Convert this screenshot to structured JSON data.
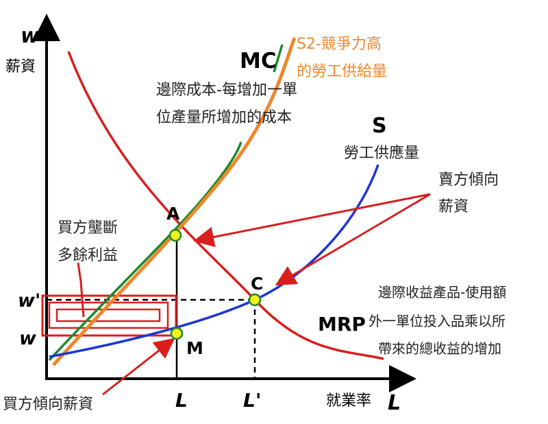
{
  "axes": {
    "y_symbol": "w",
    "y_name": "薪資",
    "x_symbol": "L",
    "x_name": "就業率"
  },
  "ticks": {
    "w_prime": "w'",
    "w": "w",
    "L": "L",
    "L_prime": "L'"
  },
  "points": {
    "A": "A",
    "C": "C",
    "M": "M"
  },
  "curves": {
    "mc": {
      "label": "MC",
      "color": "#1a8a2a"
    },
    "s2": {
      "label_line1": "S2-競爭力高",
      "label_line2": "的勞工供給量",
      "color": "#f0862a"
    },
    "s": {
      "label": "S",
      "sublabel": "勞工供應量",
      "color": "#1f35d6"
    },
    "mrp": {
      "label": "MRP",
      "color": "#d91e1e"
    }
  },
  "annotations": {
    "mc_desc_line1": "邊際成本-每增加一單",
    "mc_desc_line2": "位產量所增加的成本",
    "seller_line1": "賣方傾向",
    "seller_line2": "薪資",
    "monopsony_line1": "買方壟斷",
    "monopsony_line2": "多餘利益",
    "mrp_desc_line1": "邊際收益產品-使用額",
    "mrp_desc_line2": "外一單位投入品乘以所",
    "mrp_desc_line3": "帶來的總收益的增加",
    "buyer_wage": "買方傾向薪資"
  },
  "colors": {
    "axis": "#000000",
    "arrow": "#d91e1e",
    "point_fill": "#f2f21a",
    "point_stroke": "#1a8a2a",
    "label_text": "#222222"
  }
}
